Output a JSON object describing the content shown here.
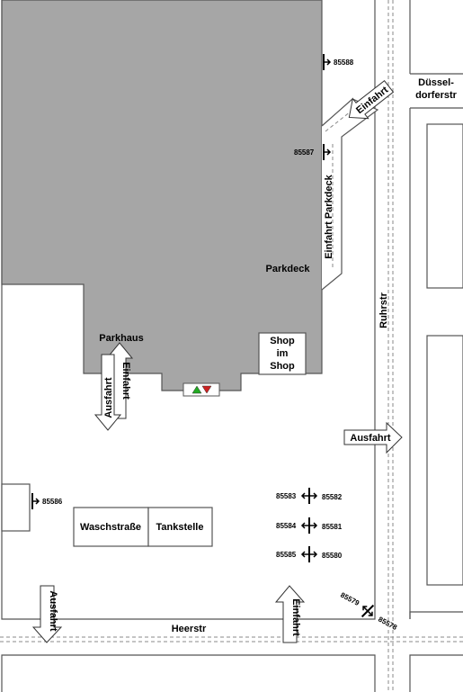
{
  "streets": {
    "ruhrstr": "Ruhrstr",
    "heerstr": "Heerstr",
    "duesseldorfer_line1": "Düssel-",
    "duesseldorfer_line2": "dorferstr"
  },
  "buildings": {
    "parkdeck": "Parkdeck",
    "parkhaus": "Parkhaus",
    "shop_line1": "Shop",
    "shop_line2": "im",
    "shop_line3": "Shop",
    "waschstrasse": "Waschstraße",
    "tankstelle": "Tankstelle"
  },
  "arrows": {
    "einfahrt_parkdeck_ramp": "Einfahrt",
    "einfahrt_parkdeck_lane": "Einfahrt Parkdeck",
    "einfahrt_parkhaus": "Einfahrt",
    "ausfahrt_parkhaus": "Ausfahrt",
    "ausfahrt_ruhrstr": "Ausfahrt",
    "ausfahrt_heerstr": "Ausfahrt",
    "einfahrt_heerstr": "Einfahrt"
  },
  "meter_ids": {
    "m85588": "85588",
    "m85587": "85587",
    "m85586": "85586",
    "m85583": "85583",
    "m85582": "85582",
    "m85584": "85584",
    "m85581": "85581",
    "m85585": "85585",
    "m85580": "85580",
    "m85579": "85579",
    "m85578": "85578"
  },
  "colors": {
    "building_fill": "#a6a6a6",
    "outline": "#555555",
    "road_line": "#888888",
    "arrow_green": "#22aa22",
    "arrow_red": "#cc2222"
  },
  "icons": {
    "meter_marker": "parking-meter-icon",
    "barrier_indicator": "traffic-light-icon"
  }
}
